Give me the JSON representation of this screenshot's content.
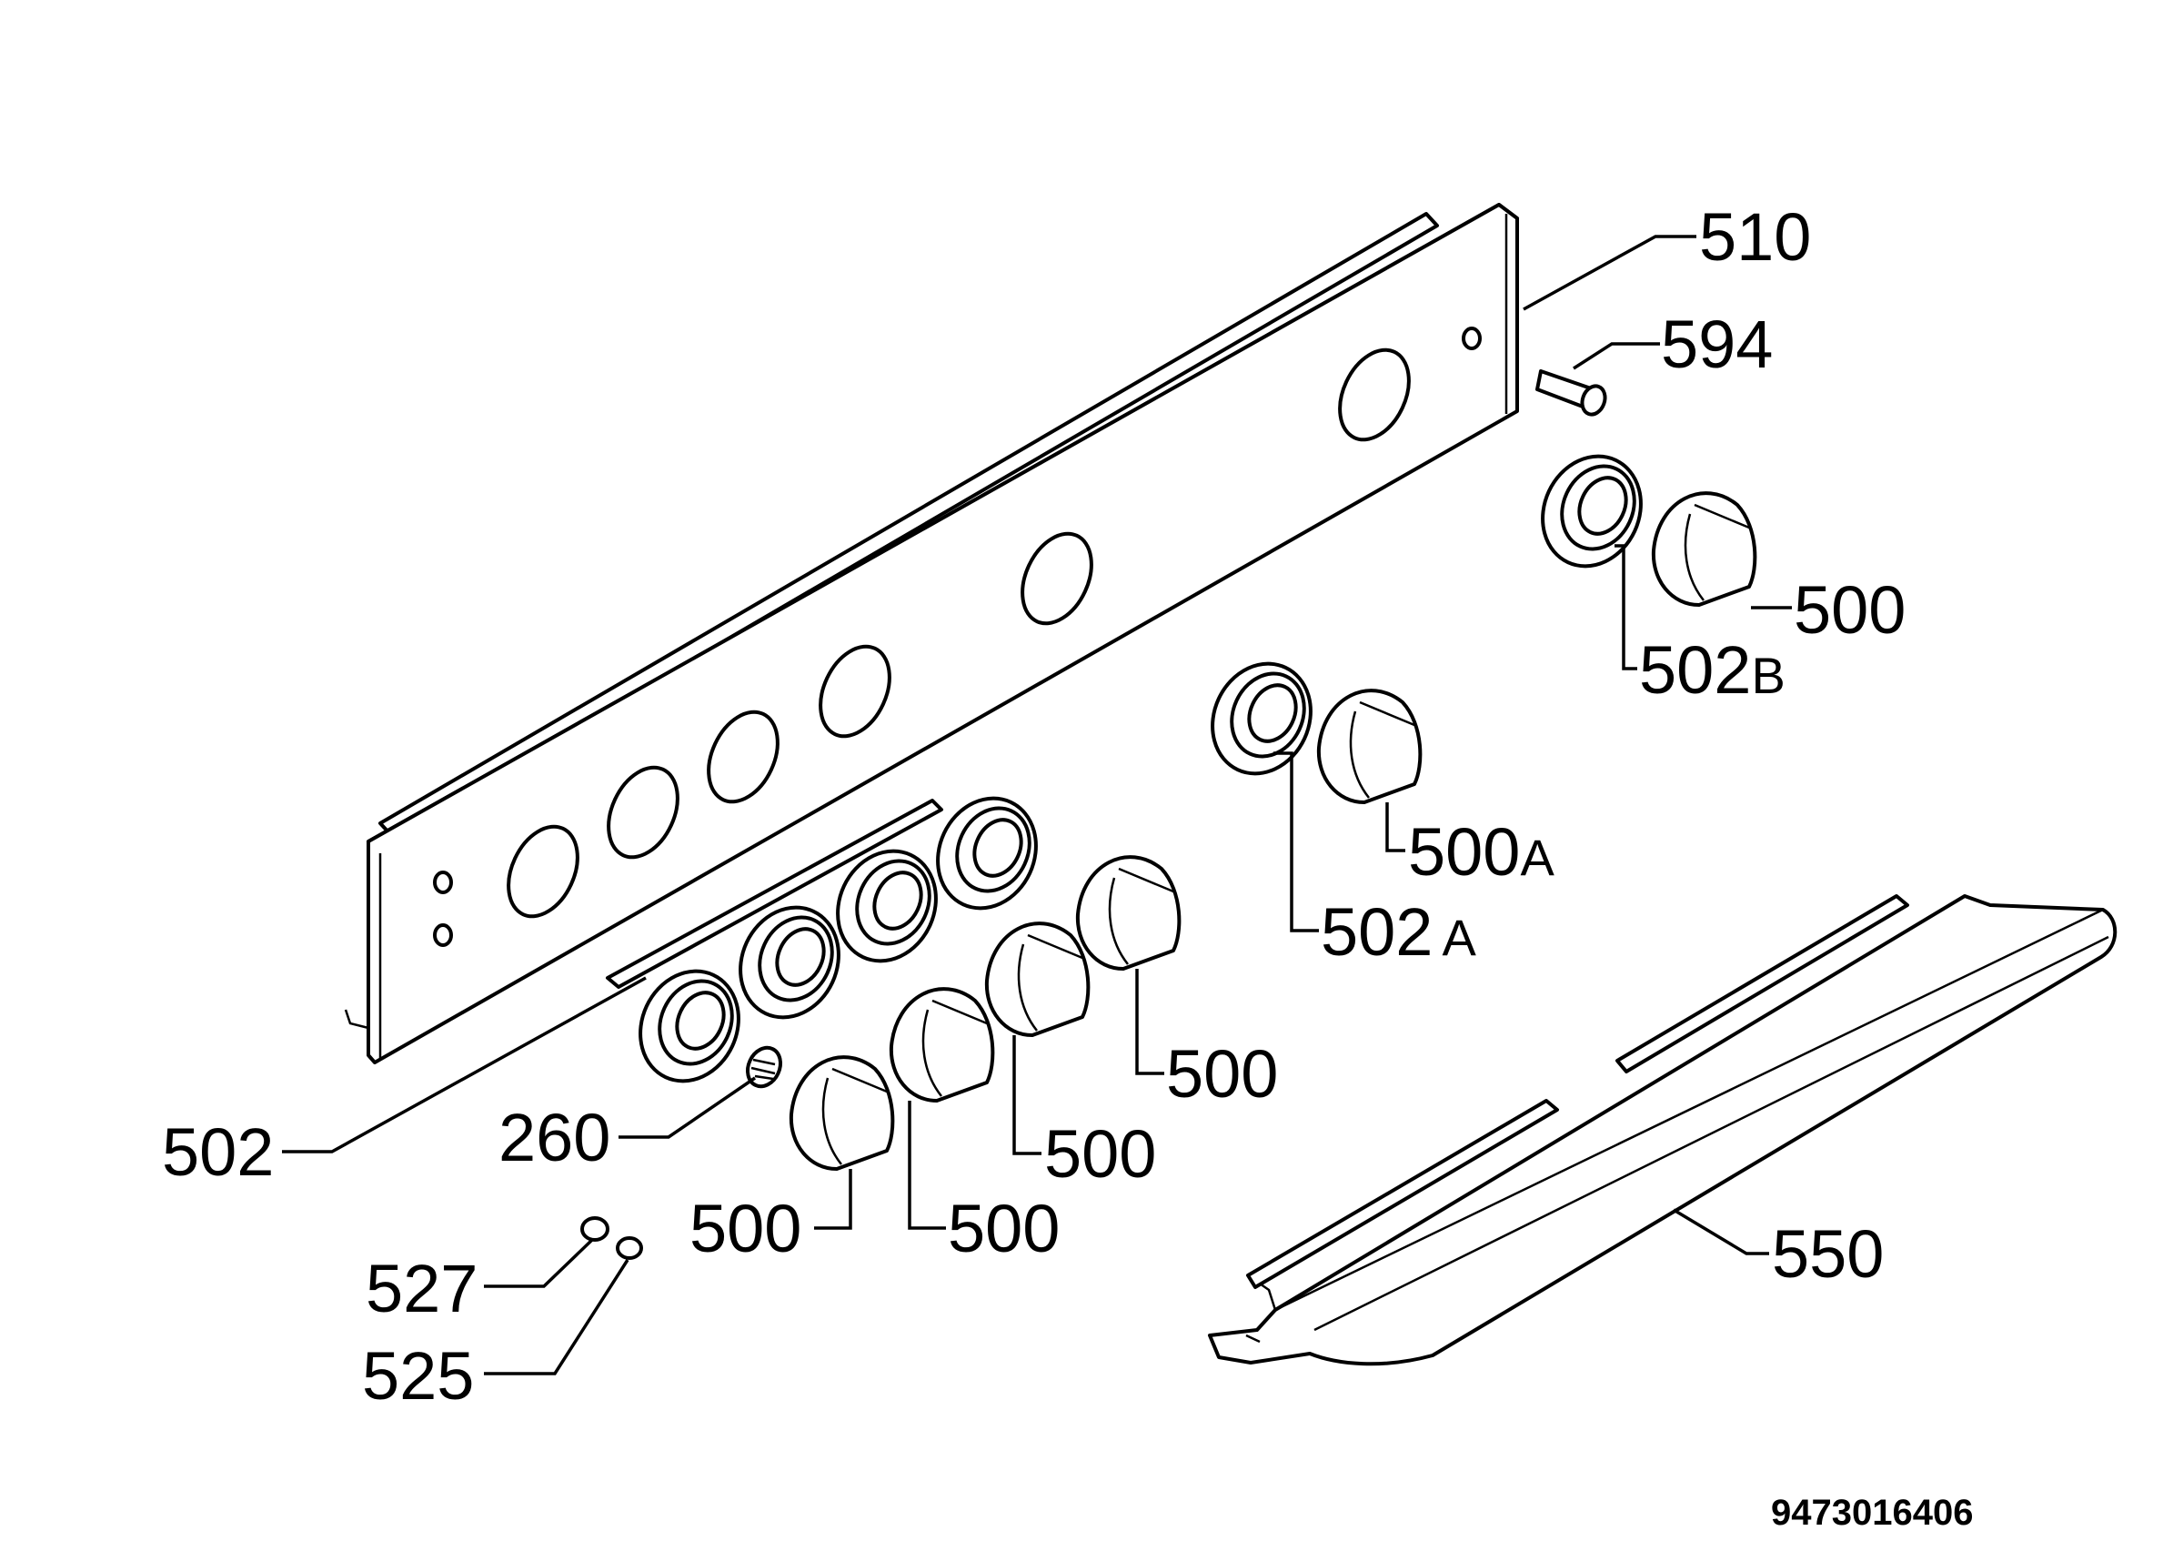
{
  "labels": {
    "l510": "510",
    "l594": "594",
    "l500_b": "500",
    "l502b_num": "502",
    "l502b_suf": "B",
    "l500a_num": "500",
    "l500a_suf": "A",
    "l502a_num": "502",
    "l502a_suf": "A",
    "l500_r": "500",
    "l500_m": "500",
    "l500_2": "500",
    "l500_1": "500",
    "l502": "502",
    "l260": "260",
    "l550": "550",
    "l527": "527",
    "l525": "525"
  },
  "doc_number": "9473016406"
}
